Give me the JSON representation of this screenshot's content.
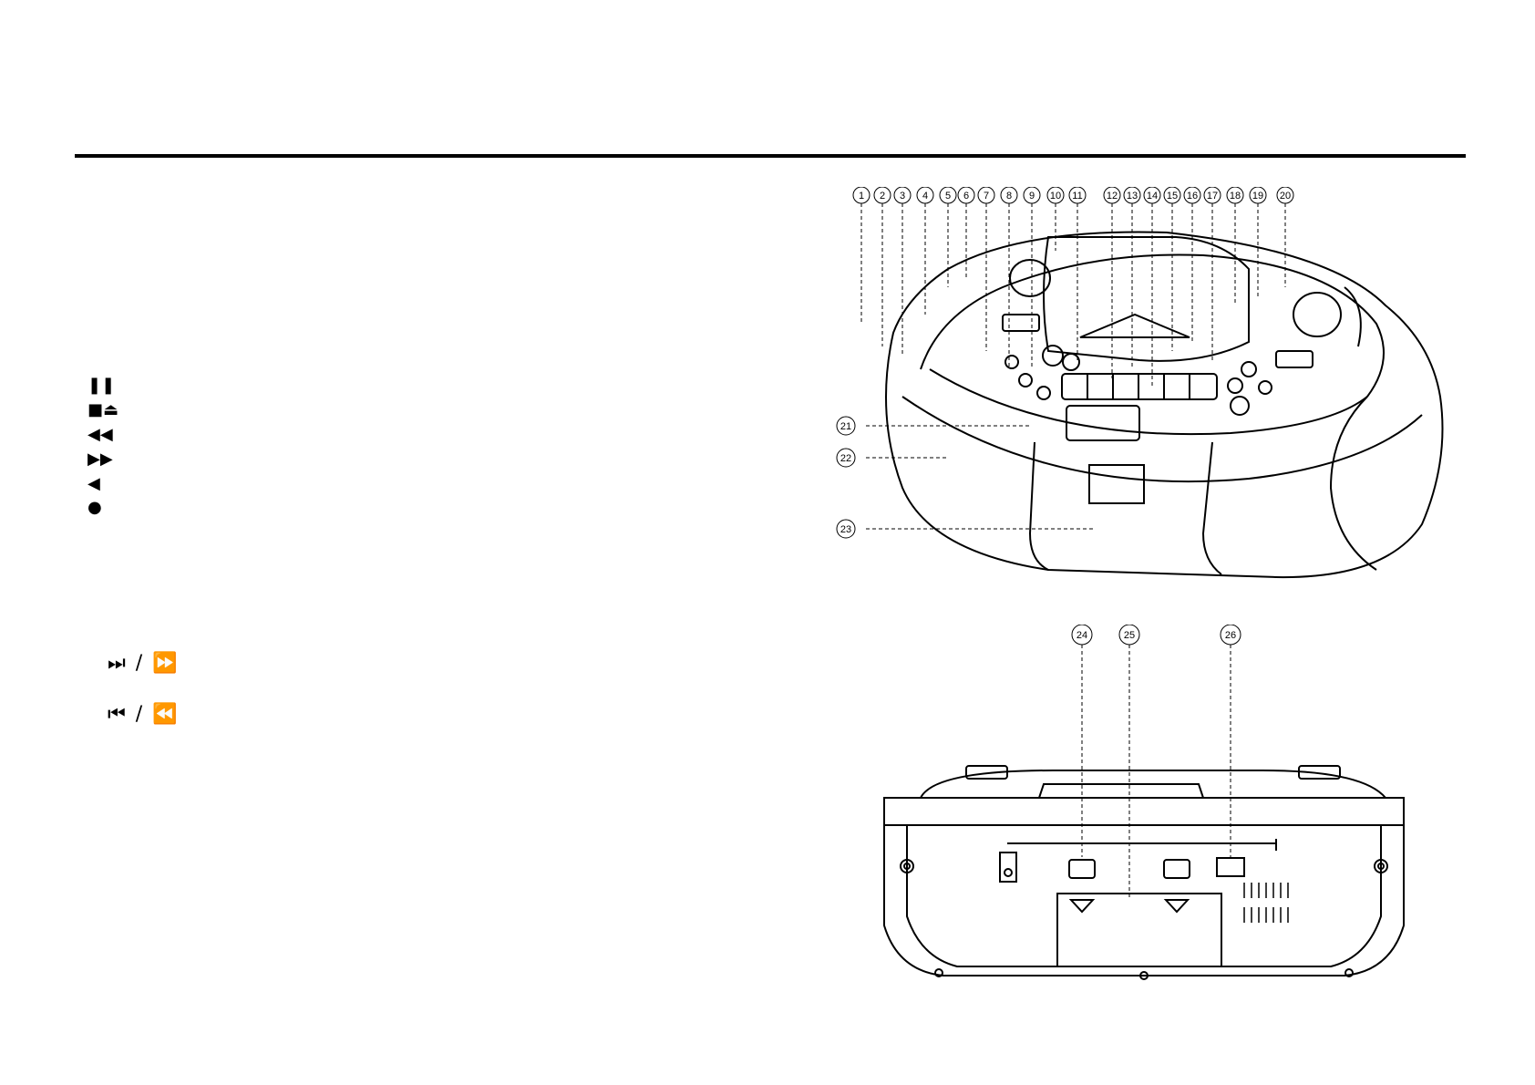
{
  "symbols": {
    "pause": "❚❚",
    "stop_eject": "■⏏",
    "rewind": "◀◀",
    "fast_forward": "▶▶",
    "reverse": "◀",
    "record": "●"
  },
  "skip_symbols": {
    "next": "⏭ / ⏩",
    "previous": "⏮ / ⏪"
  },
  "front_callouts": [
    "1",
    "2",
    "3",
    "4",
    "5",
    "6",
    "7",
    "8",
    "9",
    "10",
    "11",
    "12",
    "13",
    "14",
    "15",
    "16",
    "17",
    "18",
    "19",
    "20"
  ],
  "side_callouts": [
    "21",
    "22",
    "23"
  ],
  "rear_callouts": [
    "24",
    "25",
    "26"
  ]
}
